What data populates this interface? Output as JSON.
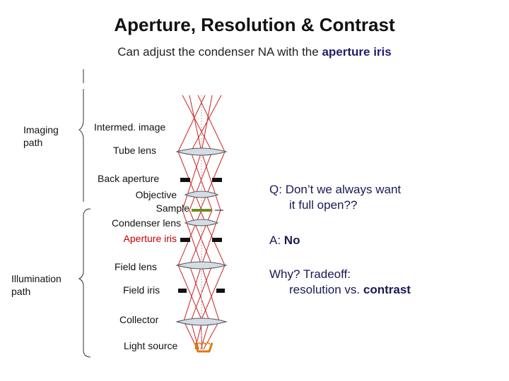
{
  "title": "Aperture, Resolution & Contrast",
  "subtitle": {
    "prefix": "Can adjust the condenser NA with the ",
    "highlight": "aperture iris"
  },
  "side_labels": {
    "imaging": "Imaging path",
    "illumination": "Illumination path"
  },
  "components": [
    {
      "id": "intermed-image",
      "label": "Intermed. image"
    },
    {
      "id": "tube-lens",
      "label": "Tube lens"
    },
    {
      "id": "back-aperture",
      "label": "Back aperture"
    },
    {
      "id": "objective",
      "label": "Objective"
    },
    {
      "id": "sample",
      "label": "Sample"
    },
    {
      "id": "condenser-lens",
      "label": "Condenser lens"
    },
    {
      "id": "aperture-iris",
      "label": "Aperture iris"
    },
    {
      "id": "field-lens",
      "label": "Field lens"
    },
    {
      "id": "field-iris",
      "label": "Field iris"
    },
    {
      "id": "collector",
      "label": "Collector"
    },
    {
      "id": "light-source",
      "label": "Light source"
    }
  ],
  "qa": {
    "q_prefix": "Q:",
    "q_text": "Don’t we always want",
    "q_text2": "it full open??",
    "a_prefix": "A:",
    "a_text": "No",
    "why_text": "Why? Tradeoff:",
    "tradeoff_prefix": "resolution vs. ",
    "tradeoff_bold": "contrast"
  },
  "colors": {
    "rays": "#cc2222",
    "aperture_iris_label": "#cc0000",
    "sample": "#6b8e23",
    "lamp": "#e07b00",
    "text_accent": "#1a1a55"
  }
}
